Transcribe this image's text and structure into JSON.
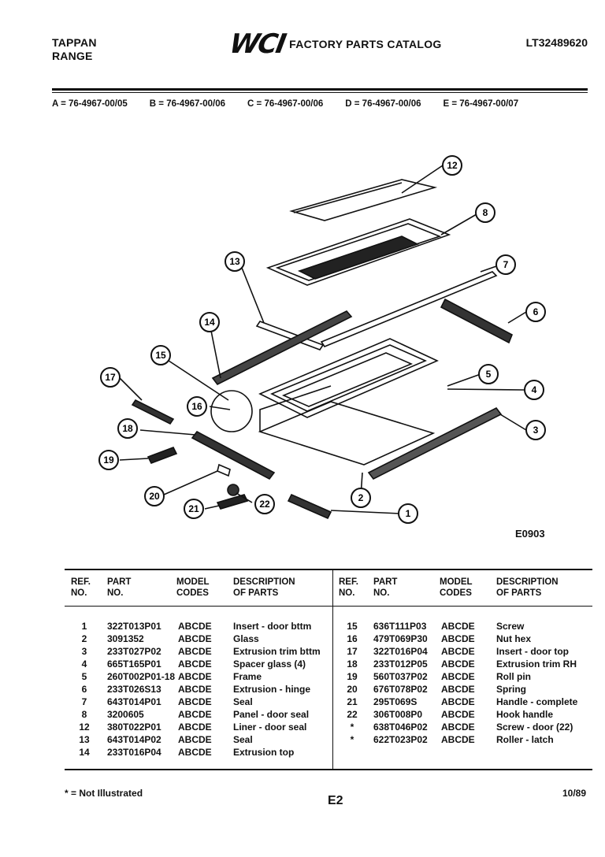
{
  "header": {
    "brand": [
      "TAPPAN",
      "RANGE"
    ],
    "logo": "WCI",
    "catalog_title": "FACTORY PARTS CATALOG",
    "catalog_number": "LT32489620",
    "models": [
      "A = 76-4967-00/05",
      "B = 76-4967-00/06",
      "C = 76-4967-00/06",
      "D = 76-4967-00/06",
      "E = 76-4967-00/07"
    ]
  },
  "diagram": {
    "code": "E0903",
    "callouts": [
      "1",
      "2",
      "3",
      "4",
      "5",
      "6",
      "7",
      "8",
      "12",
      "13",
      "14",
      "15",
      "16",
      "17",
      "18",
      "19",
      "20",
      "21",
      "22"
    ]
  },
  "table": {
    "headers": {
      "ref": [
        "REF.",
        "NO."
      ],
      "part": [
        "PART",
        "NO."
      ],
      "codes": [
        "MODEL",
        "CODES"
      ],
      "desc": [
        "DESCRIPTION",
        "OF PARTS"
      ]
    },
    "left_rows": [
      {
        "ref": "1",
        "part": "322T013P01",
        "codes": "ABCDE",
        "desc": "Insert - door bttm"
      },
      {
        "ref": "2",
        "part": "3091352",
        "codes": "ABCDE",
        "desc": "Glass"
      },
      {
        "ref": "3",
        "part": "233T027P02",
        "codes": "ABCDE",
        "desc": "Extrusion trim bttm"
      },
      {
        "ref": "4",
        "part": "665T165P01",
        "codes": "ABCDE",
        "desc": "Spacer glass (4)"
      },
      {
        "ref": "5",
        "part": "260T002P01-18",
        "codes": "ABCDE",
        "desc": "Frame"
      },
      {
        "ref": "6",
        "part": "233T026S13",
        "codes": "ABCDE",
        "desc": "Extrusion - hinge"
      },
      {
        "ref": "7",
        "part": "643T014P01",
        "codes": "ABCDE",
        "desc": "Seal"
      },
      {
        "ref": "8",
        "part": "3200605",
        "codes": "ABCDE",
        "desc": "Panel - door seal"
      },
      {
        "ref": "12",
        "part": "380T022P01",
        "codes": "ABCDE",
        "desc": "Liner - door seal"
      },
      {
        "ref": "13",
        "part": "643T014P02",
        "codes": "ABCDE",
        "desc": "Seal"
      },
      {
        "ref": "14",
        "part": "233T016P04",
        "codes": "ABCDE",
        "desc": "Extrusion top"
      }
    ],
    "right_rows": [
      {
        "ref": "15",
        "part": "636T111P03",
        "codes": "ABCDE",
        "desc": "Screw"
      },
      {
        "ref": "16",
        "part": "479T069P30",
        "codes": "ABCDE",
        "desc": "Nut hex"
      },
      {
        "ref": "17",
        "part": "322T016P04",
        "codes": "ABCDE",
        "desc": "Insert - door top"
      },
      {
        "ref": "18",
        "part": "233T012P05",
        "codes": "ABCDE",
        "desc": "Extrusion trim RH"
      },
      {
        "ref": "19",
        "part": "560T037P02",
        "codes": "ABCDE",
        "desc": "Roll pin"
      },
      {
        "ref": "20",
        "part": "676T078P02",
        "codes": "ABCDE",
        "desc": "Spring"
      },
      {
        "ref": "21",
        "part": "295T069S",
        "codes": "ABCDE",
        "desc": "Handle - complete"
      },
      {
        "ref": "22",
        "part": "306T008P0",
        "codes": "ABCDE",
        "desc": "Hook handle"
      },
      {
        "ref": "*",
        "part": "638T046P02",
        "codes": "ABCDE",
        "desc": "Screw - door (22)"
      },
      {
        "ref": "*",
        "part": "622T023P02",
        "codes": "ABCDE",
        "desc": "Roller - latch"
      }
    ]
  },
  "footer": {
    "note": "* = Not Illustrated",
    "page": "E2",
    "date": "10/89"
  }
}
